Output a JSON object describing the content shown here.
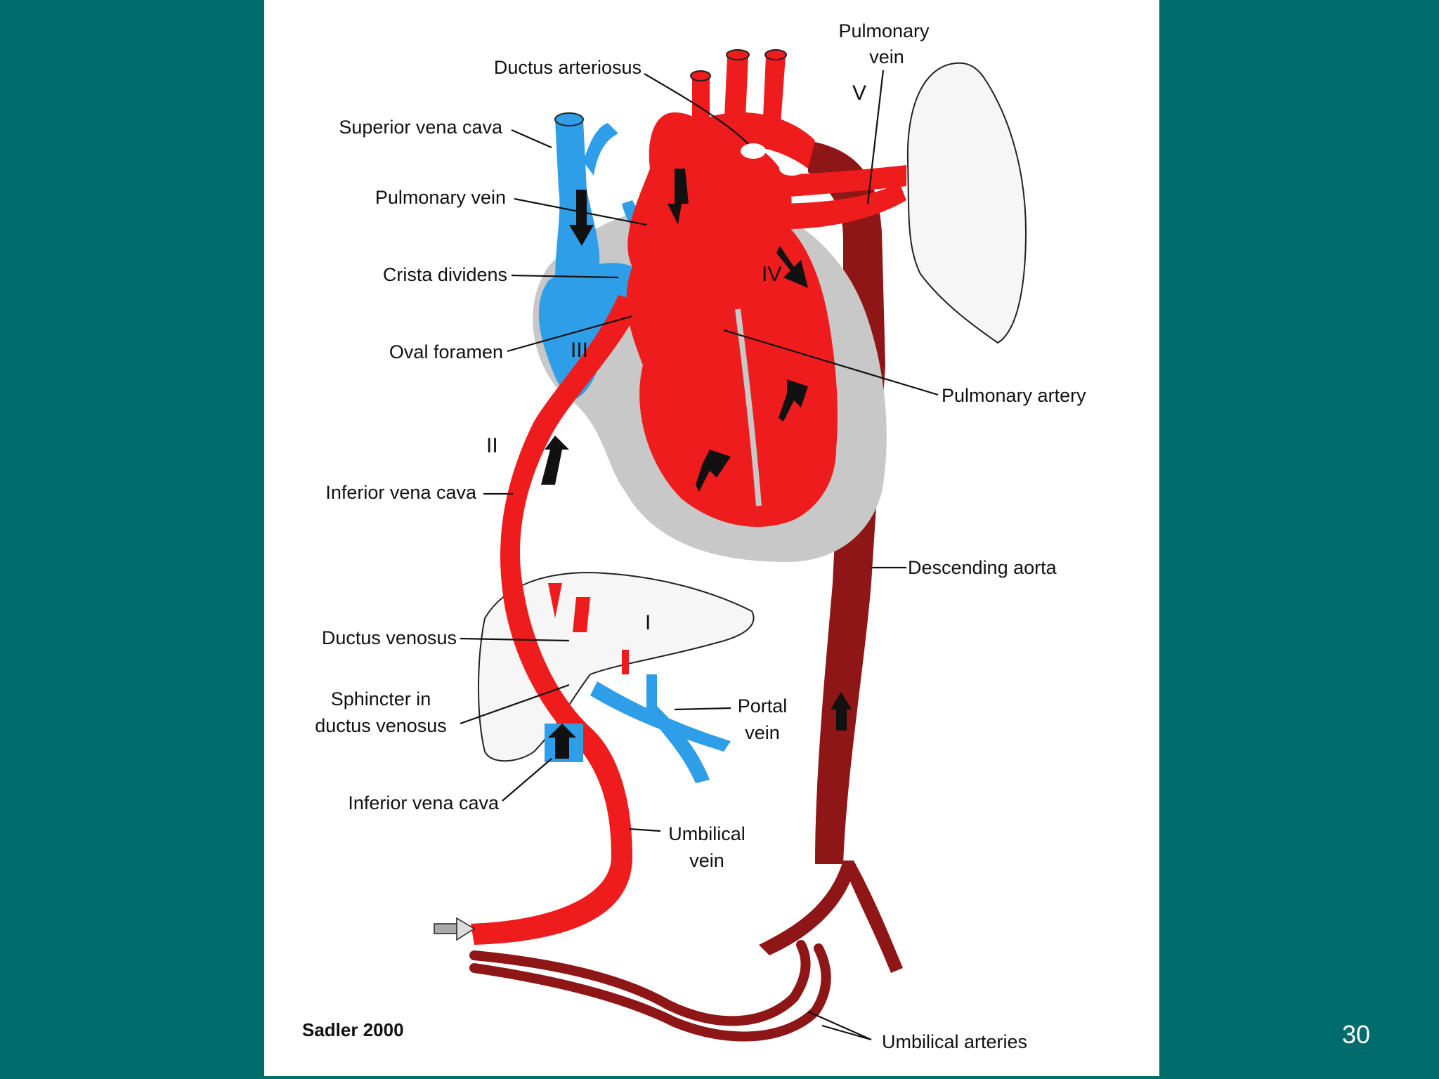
{
  "labels": {
    "pulmonary_vein_top_line1": "Pulmonary",
    "pulmonary_vein_top_line2": "vein",
    "ductus_arteriosus": "Ductus arteriosus",
    "superior_vena_cava": "Superior vena cava",
    "pulmonary_vein_left": "Pulmonary vein",
    "crista_dividens": "Crista dividens",
    "oval_foramen": "Oval foramen",
    "pulmonary_artery": "Pulmonary artery",
    "inferior_vena_cava_upper": "Inferior vena cava",
    "descending_aorta": "Descending aorta",
    "ductus_venosus": "Ductus venosus",
    "sphincter_line1": "Sphincter in",
    "sphincter_line2": "ductus venosus",
    "portal_vein_line1": "Portal",
    "portal_vein_line2": "vein",
    "inferior_vena_cava_lower": "Inferior vena cava",
    "umbilical_vein_line1": "Umbilical",
    "umbilical_vein_line2": "vein",
    "umbilical_arteries": "Umbilical arteries"
  },
  "roman_numerals": {
    "I": "I",
    "II": "II",
    "III": "III",
    "IV": "IV",
    "V": "V"
  },
  "credit": "Sadler 2000",
  "page_number": "30",
  "colors": {
    "background": "#006b6b",
    "oxygenated": "#ee1c1c",
    "deoxygenated": "#2f9ee8",
    "mixed": "#8e1616",
    "pericardium": "#c8c8c8",
    "organ_outline": "#f6f6f6"
  }
}
